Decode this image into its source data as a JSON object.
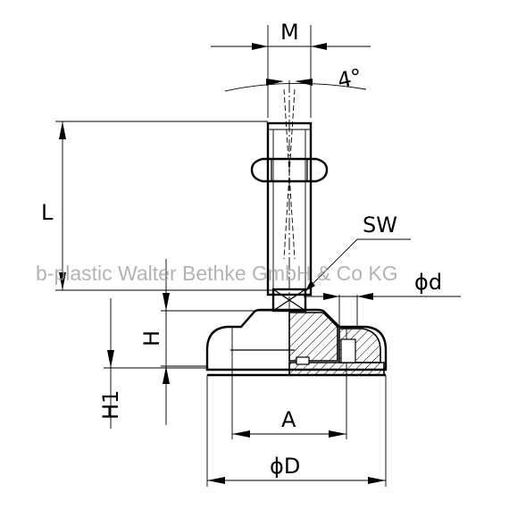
{
  "drawing": {
    "watermark": "b-plastic Walter Bethke GmbH & Co KG",
    "labels": {
      "thread": "M",
      "angle": "4°",
      "length": "L",
      "wrench_size": "SW",
      "small_diameter": "ϕd",
      "height": "H",
      "base_height": "H1",
      "width": "A",
      "base_diameter": "ϕD"
    }
  }
}
